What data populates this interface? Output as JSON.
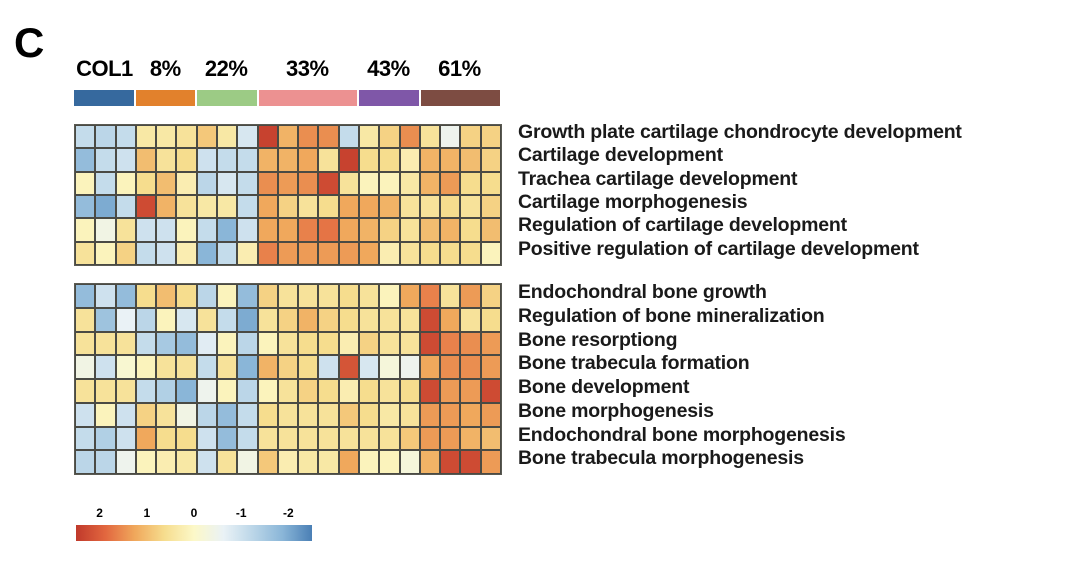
{
  "panel": {
    "letter": "C"
  },
  "column_groups": [
    {
      "label": "COL1",
      "color": "#36699e",
      "columns": 3
    },
    {
      "label": "8%",
      "color": "#e2812c",
      "columns": 3
    },
    {
      "label": "22%",
      "color": "#9ccb85",
      "columns": 3
    },
    {
      "label": "33%",
      "color": "#ec9191",
      "columns": 5
    },
    {
      "label": "43%",
      "color": "#7f57a8",
      "columns": 3
    },
    {
      "label": "61%",
      "color": "#7d4c42",
      "columns": 4
    }
  ],
  "legend": {
    "ticks": [
      "2",
      "1",
      "0",
      "-1",
      "-2"
    ],
    "gradient_stops": [
      "#c0392b",
      "#e2673f",
      "#f0a85c",
      "#f6dd8e",
      "#fcf8c8",
      "#eaf2f6",
      "#bbd6e8",
      "#8ab6d8",
      "#4a7fb5"
    ],
    "min": -2,
    "max": 2
  },
  "chart_data": {
    "type": "heatmap",
    "title": "",
    "xlabel": "",
    "ylabel": "",
    "colorscale": "RdYlBu reversed (red = high, blue = low)",
    "zlim": [
      -2,
      2
    ],
    "grid": true,
    "legend_position": "bottom-left",
    "x_group_labels": [
      "COL1",
      "8%",
      "22%",
      "33%",
      "43%",
      "61%"
    ],
    "x_group_sizes": [
      3,
      3,
      3,
      5,
      3,
      4
    ],
    "n_columns": 21,
    "blocks": [
      {
        "name": "cartilage",
        "rows": [
          "Growth plate cartilage chondrocyte development",
          "Cartilage development",
          "Trachea cartilage development",
          "Cartilage morphogenesis",
          "Regulation of cartilage development",
          "Positive regulation of cartilage development"
        ],
        "values": [
          [
            -0.9,
            -1.0,
            -0.9,
            0.3,
            0.3,
            0.4,
            0.7,
            0.3,
            -0.7,
            1.9,
            0.9,
            1.2,
            1.2,
            -0.9,
            0.3,
            0.6,
            1.2,
            0.4,
            -0.4,
            0.6,
            0.6
          ],
          [
            -1.4,
            -0.9,
            -0.8,
            0.8,
            0.4,
            0.5,
            -0.8,
            -0.9,
            -0.9,
            0.9,
            0.9,
            1.0,
            0.4,
            1.9,
            0.5,
            0.5,
            0.2,
            0.9,
            0.9,
            0.8,
            0.6
          ],
          [
            0.1,
            -0.9,
            0.1,
            0.5,
            0.8,
            0.2,
            -1.0,
            -0.7,
            -0.9,
            1.2,
            1.1,
            1.2,
            1.8,
            0.4,
            0.1,
            0.1,
            0.3,
            0.9,
            1.1,
            0.5,
            0.5
          ],
          [
            -1.4,
            -1.6,
            -0.9,
            1.8,
            0.9,
            0.4,
            0.3,
            0.3,
            -0.9,
            1.0,
            0.6,
            0.4,
            0.5,
            1.0,
            1.0,
            0.9,
            0.4,
            0.4,
            0.5,
            0.4,
            0.6
          ],
          [
            0.1,
            -0.3,
            0.4,
            -0.8,
            -0.8,
            0.1,
            -0.9,
            -1.5,
            -0.8,
            1.0,
            1.0,
            1.3,
            1.4,
            1.0,
            0.9,
            0.6,
            0.4,
            0.8,
            0.9,
            0.5,
            0.8
          ],
          [
            0.4,
            0.1,
            0.6,
            -0.9,
            -0.8,
            0.2,
            -1.5,
            -0.9,
            0.2,
            1.3,
            1.1,
            1.1,
            1.1,
            1.1,
            1.0,
            0.2,
            0.4,
            0.5,
            0.5,
            0.5,
            0.1
          ]
        ]
      },
      {
        "name": "bone",
        "rows": [
          "Endochondral bone growth",
          "Regulation of bone mineralization",
          "Bone resorptiong",
          "Bone trabecula formation",
          "Bone development",
          "Bone morphogenesis",
          "Endochondral bone morphogenesis",
          "Bone trabecula morphogenesis"
        ],
        "values": [
          [
            -1.4,
            -0.8,
            -1.4,
            0.5,
            0.8,
            0.5,
            -1.0,
            0.1,
            -1.4,
            0.6,
            0.4,
            0.4,
            0.4,
            0.5,
            0.4,
            0.1,
            1.0,
            1.3,
            0.4,
            1.1,
            0.6
          ],
          [
            0.4,
            -1.3,
            -0.5,
            -1.0,
            0.1,
            -0.7,
            0.4,
            -0.9,
            -1.6,
            0.4,
            0.6,
            0.9,
            0.6,
            0.5,
            0.4,
            0.4,
            0.4,
            1.8,
            1.0,
            0.4,
            0.5
          ],
          [
            0.4,
            0.4,
            0.4,
            -0.9,
            -1.2,
            -1.4,
            -0.6,
            0.1,
            -1.0,
            0.1,
            0.4,
            0.5,
            0.5,
            0.2,
            0.6,
            0.4,
            0.4,
            1.8,
            1.3,
            1.2,
            1.1
          ],
          [
            -0.3,
            -0.8,
            -0.1,
            0.1,
            0.4,
            0.4,
            -0.9,
            0.4,
            -1.5,
            0.9,
            0.6,
            0.5,
            -0.8,
            1.7,
            -0.7,
            -0.2,
            -0.4,
            1.0,
            1.2,
            1.2,
            1.1
          ],
          [
            0.4,
            0.4,
            0.4,
            -0.9,
            -1.1,
            -1.5,
            -0.4,
            0.1,
            -1.0,
            0.1,
            0.4,
            0.6,
            0.5,
            0.2,
            0.5,
            0.4,
            0.5,
            1.8,
            1.1,
            1.1,
            1.8
          ],
          [
            -0.8,
            0.1,
            -0.8,
            0.6,
            0.4,
            -0.3,
            -1.0,
            -1.4,
            -0.9,
            0.5,
            0.4,
            0.4,
            0.4,
            0.7,
            0.5,
            0.3,
            0.4,
            1.1,
            1.1,
            1.0,
            1.1
          ],
          [
            -0.9,
            -1.1,
            -0.8,
            1.0,
            0.5,
            0.5,
            -0.8,
            -1.4,
            -0.9,
            0.4,
            0.4,
            0.4,
            0.4,
            0.4,
            0.4,
            0.4,
            0.7,
            1.1,
            1.1,
            0.9,
            0.8
          ],
          [
            -1.0,
            -1.0,
            -0.4,
            0.1,
            0.2,
            0.3,
            -0.8,
            0.4,
            -0.3,
            0.7,
            0.2,
            0.3,
            0.3,
            1.0,
            0.1,
            0.1,
            -0.2,
            0.9,
            1.8,
            1.8,
            1.1
          ]
        ]
      }
    ]
  }
}
